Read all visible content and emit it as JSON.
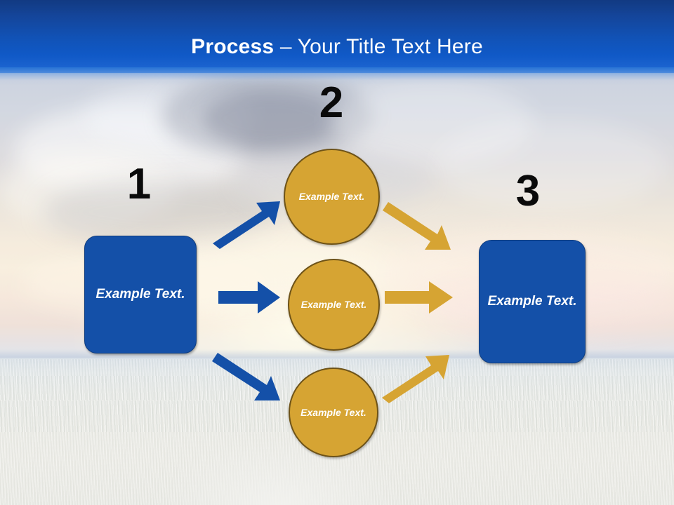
{
  "slide": {
    "title_strong": "Process",
    "title_rest": " – Your Title Text Here",
    "header_color": "#1152b6",
    "accent_blue": "#1450a8",
    "accent_gold": "#d6a433",
    "number_color": "#0a0a0a",
    "background_description": "sunrise sky with clouds over a pale wheat field"
  },
  "steps": [
    {
      "number": "1",
      "label": "Example Text.",
      "shape": "rounded-rectangle",
      "color": "#1450a8"
    },
    {
      "number": "2",
      "label": "Example Text.",
      "shape": "circle",
      "color": "#d6a433"
    },
    {
      "number": "3",
      "label": "Example Text.",
      "shape": "rounded-rectangle",
      "color": "#1450a8"
    }
  ],
  "nodes": {
    "left_box": {
      "text": "Example Text."
    },
    "circle_top": {
      "text": "Example Text."
    },
    "circle_middle": {
      "text": "Example Text."
    },
    "circle_bottom": {
      "text": "Example Text."
    },
    "right_box": {
      "text": "Example Text."
    }
  },
  "connectors": [
    {
      "name": "blue-arrow-up",
      "color": "#1450a8",
      "direction": "up-right"
    },
    {
      "name": "blue-arrow-right",
      "color": "#1450a8",
      "direction": "right"
    },
    {
      "name": "blue-arrow-down",
      "color": "#1450a8",
      "direction": "down-right"
    },
    {
      "name": "gold-arrow-down",
      "color": "#d6a433",
      "direction": "down-right"
    },
    {
      "name": "gold-arrow-right",
      "color": "#d6a433",
      "direction": "right"
    },
    {
      "name": "gold-arrow-up",
      "color": "#d6a433",
      "direction": "up-right"
    }
  ]
}
